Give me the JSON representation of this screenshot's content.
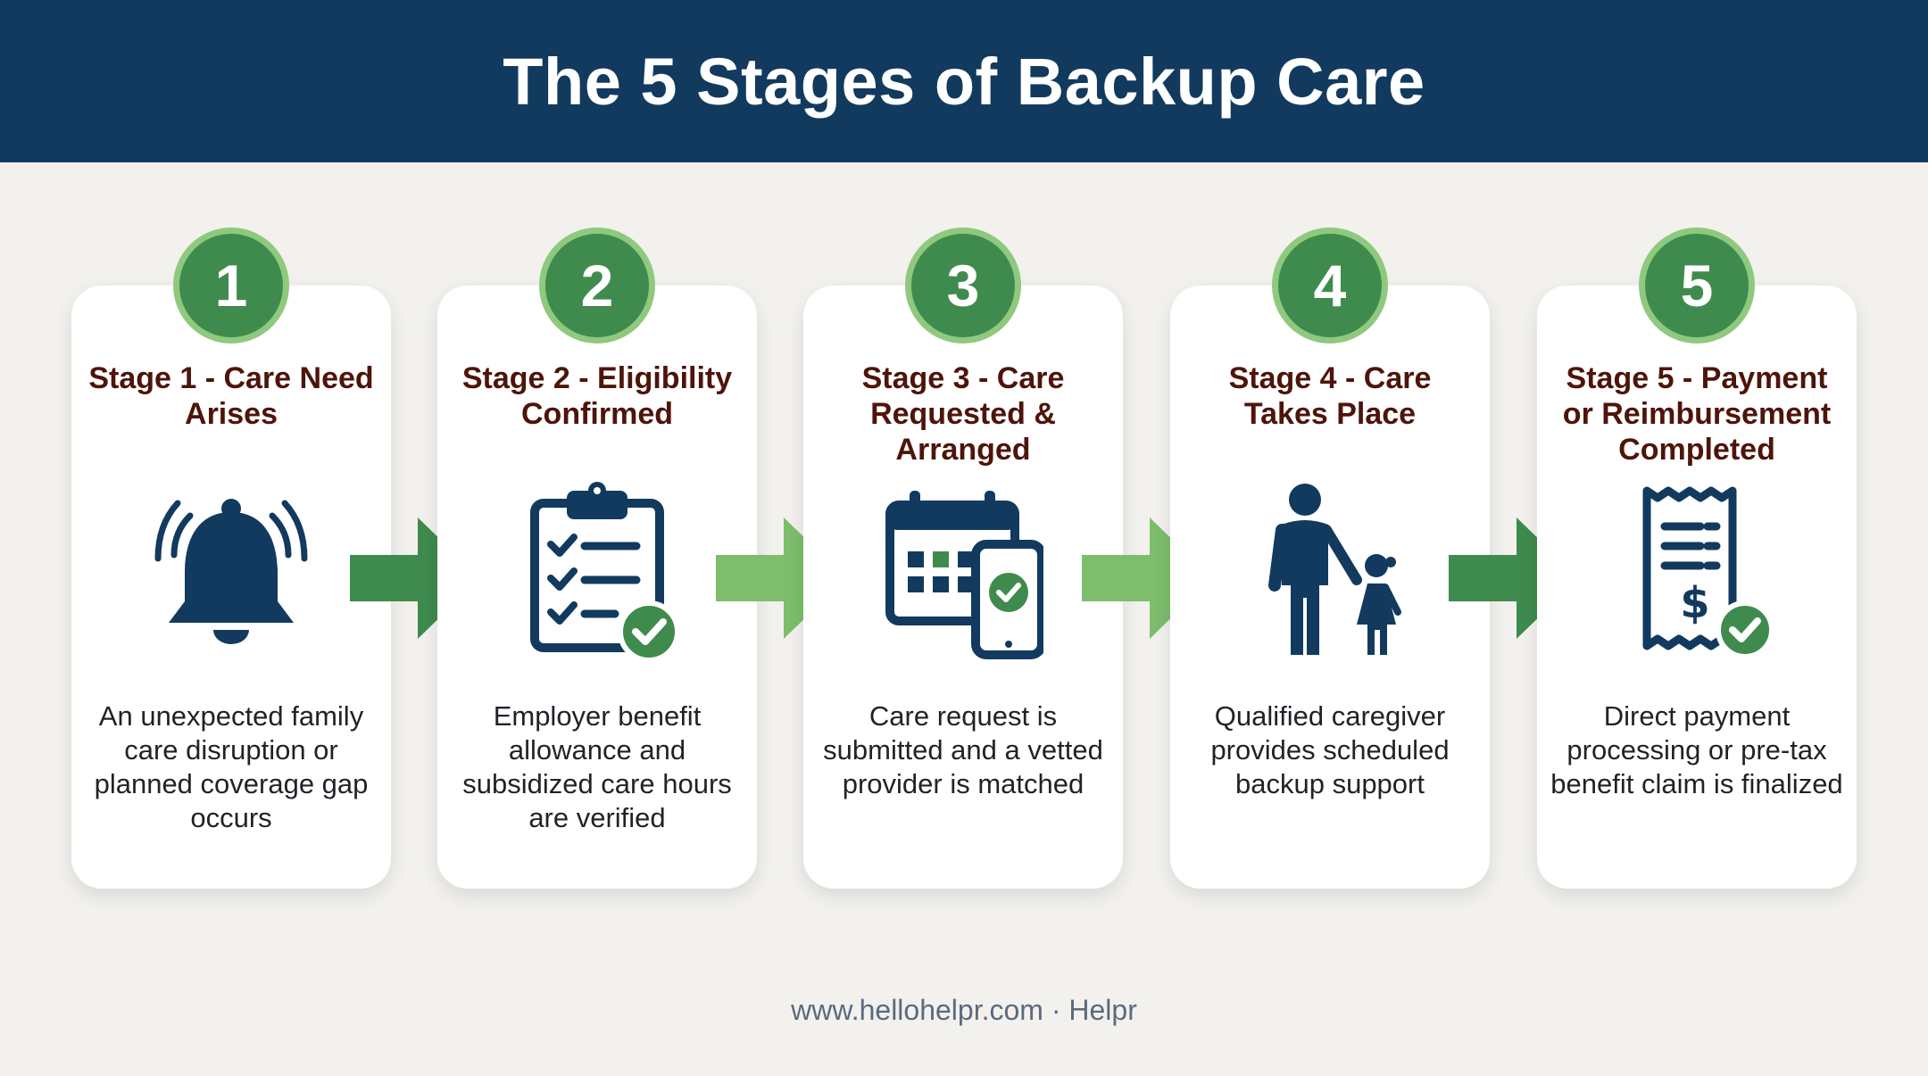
{
  "header": {
    "title": "The 5 Stages of Backup Care"
  },
  "stages": [
    {
      "number": "1",
      "title": "Stage 1 - Care Need Arises",
      "icon": "bell-icon",
      "description": "An unexpected family care disruption or planned coverage gap occurs"
    },
    {
      "number": "2",
      "title": "Stage 2 - Eligibility Confirmed",
      "icon": "clipboard-check-icon",
      "description": "Employer benefit allowance and subsidized care hours are verified"
    },
    {
      "number": "3",
      "title": "Stage 3 - Care Requested & Arranged",
      "icon": "calendar-phone-icon",
      "description": "Care request is submitted and a vetted provider is matched"
    },
    {
      "number": "4",
      "title": "Stage 4 - Care Takes Place",
      "icon": "adult-child-icon",
      "description": "Qualified caregiver provides scheduled backup support"
    },
    {
      "number": "5",
      "title": "Stage 5 - Payment or Reimbursement Completed",
      "icon": "receipt-check-icon",
      "description": "Direct payment processing or pre-tax benefit claim is finalized"
    }
  ],
  "footer": {
    "text": "www.hellohelpr.com · Helpr"
  },
  "colors": {
    "header_bg": "#123a5e",
    "badge_green": "#3f8b4e",
    "badge_ring": "#8fc97e",
    "title_text": "#4e140a",
    "icon_navy": "#123a5e",
    "check_green": "#3f8b4e",
    "arrow_dark": "#3f8b4e",
    "arrow_light": "#7dbd6c"
  }
}
